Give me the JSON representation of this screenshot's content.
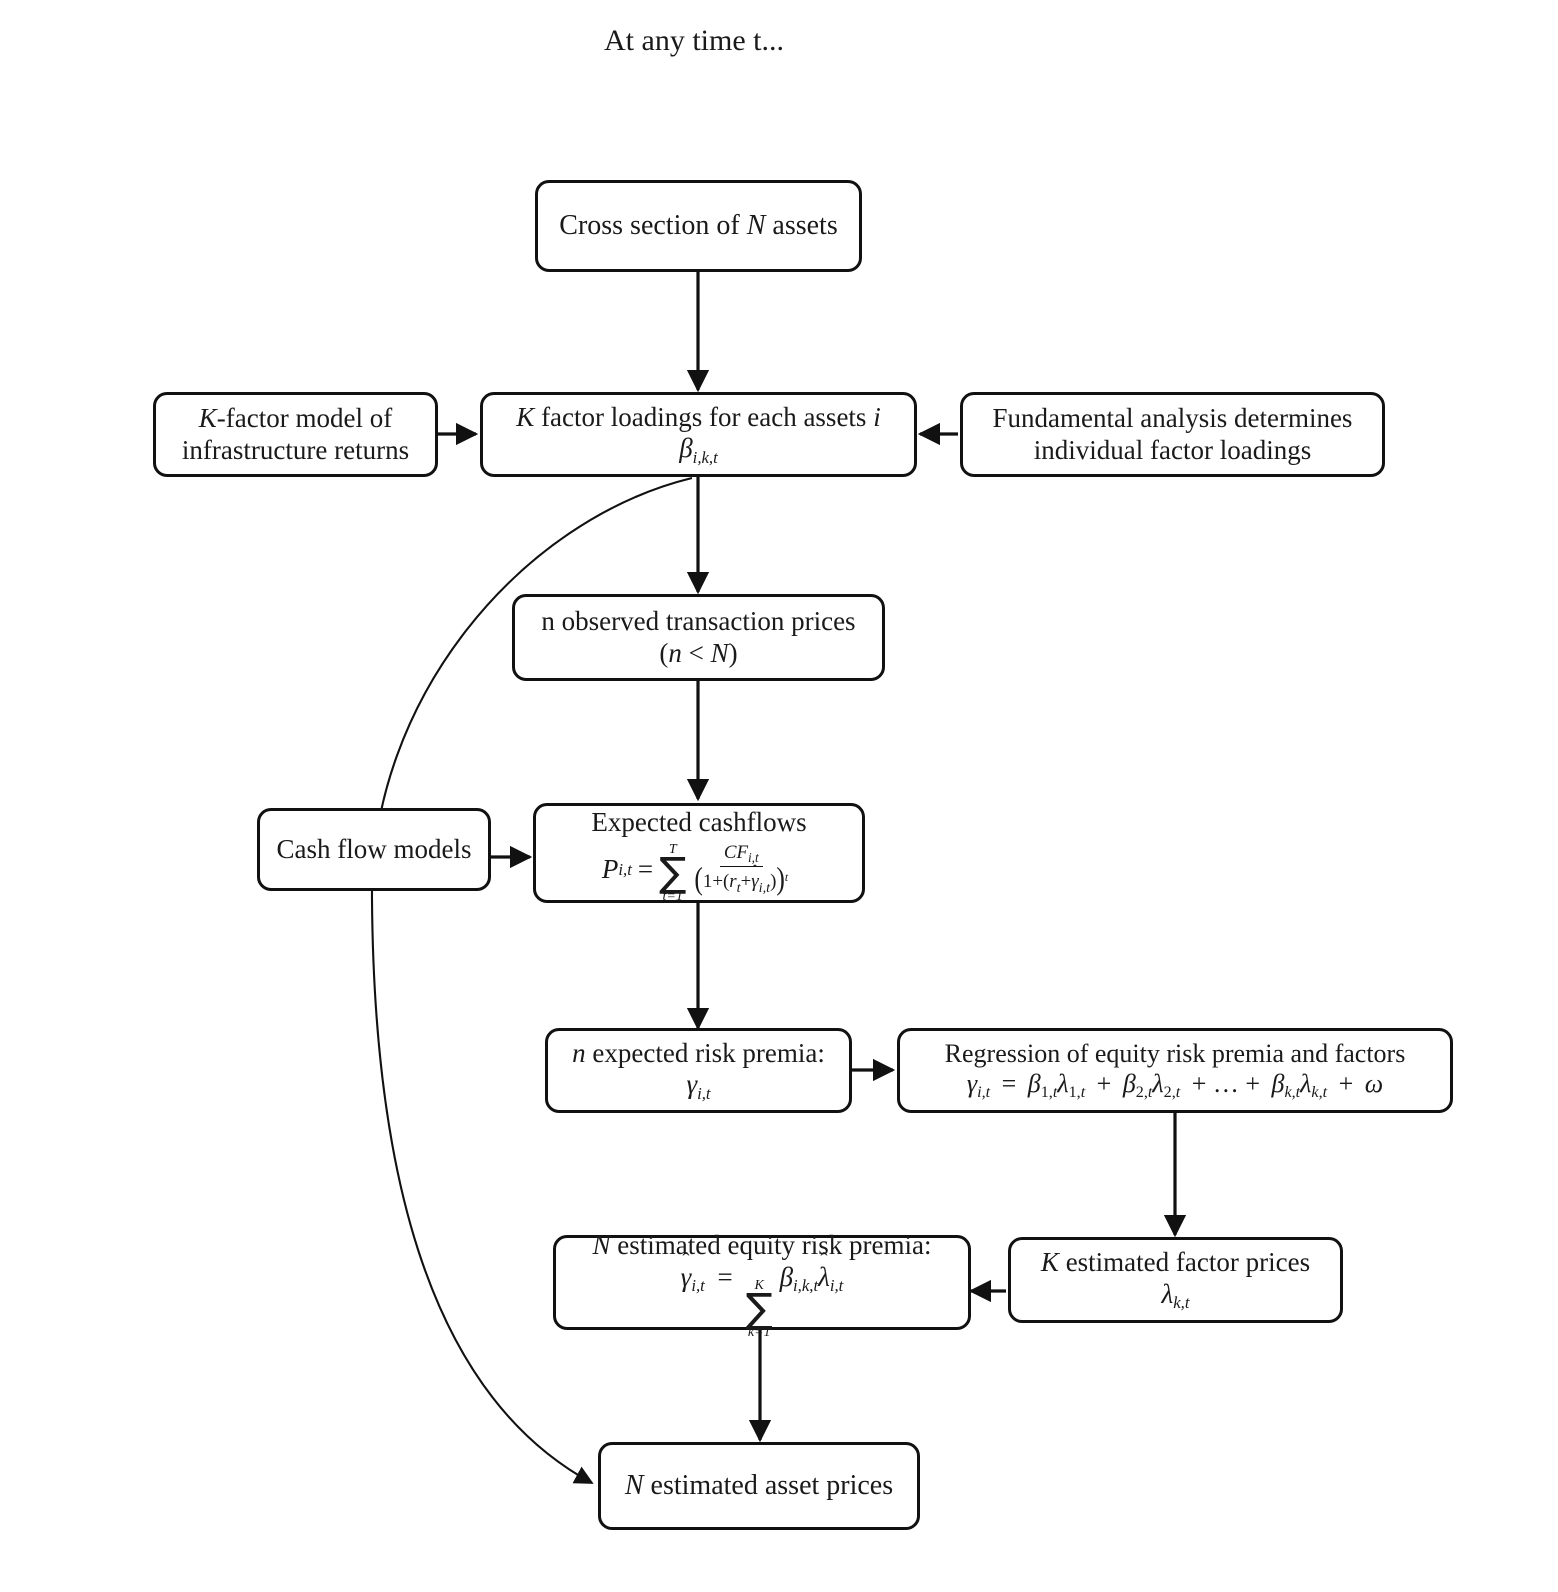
{
  "figure": {
    "title": "At any time t...",
    "type": "flowchart",
    "background": "#ffffff",
    "stroke_color": "#111111"
  },
  "nodes": {
    "cross_section": {
      "id": "cross-section-of-n-assets",
      "lines": [
        "Cross section of N assets"
      ]
    },
    "factor_model": {
      "id": "k-factor-model-of-infrastructure-returns",
      "lines": [
        "K-factor model of",
        "infrastructure returns"
      ]
    },
    "factor_loadings": {
      "id": "k-factor-loadings",
      "lines": [
        "K factor loadings for each assets i",
        "βi,k,t"
      ]
    },
    "fundamental_analysis": {
      "id": "fundamental-analysis",
      "lines": [
        "Fundamental analysis determines",
        "individual factor loadings"
      ]
    },
    "observed_prices": {
      "id": "n-observed-transaction-prices",
      "lines": [
        "n observed transaction prices",
        "(n < N)"
      ]
    },
    "cash_flow_models": {
      "id": "cash-flow-models",
      "lines": [
        "Cash flow models"
      ]
    },
    "expected_cashflows": {
      "id": "expected-cashflows",
      "lines": [
        "Expected cashflows",
        "Pi,t = ∑ t=1..T  CFi,t / (1+(rt+γ̂i,t))^t"
      ]
    },
    "expected_risk_premia": {
      "id": "n-expected-risk-premia",
      "lines": [
        "n expected risk premia:",
        "γi,t"
      ]
    },
    "regression": {
      "id": "regression-of-equity-risk-premia-and-factors",
      "lines": [
        "Regression of equity risk premia and factors",
        "γi,t = β1,tλ1,t + β2,tλ2,t + … + βk,tλk,t + ω"
      ]
    },
    "factor_prices": {
      "id": "k-estimated-factor-prices",
      "lines": [
        "K estimated factor prices",
        "λk,t"
      ]
    },
    "estimated_risk_premia": {
      "id": "n-estimated-equity-risk-premia",
      "lines": [
        "N estimated equity risk premia:",
        "γ̂i,t = ∑ k=1..K βi,k,t λ̂i,t"
      ]
    },
    "estimated_asset_prices": {
      "id": "n-estimated-asset-prices",
      "lines": [
        "N estimated asset prices"
      ]
    }
  },
  "edges": [
    {
      "from": "cross_section",
      "to": "factor_loadings",
      "style": "straight-down"
    },
    {
      "from": "factor_model",
      "to": "factor_loadings",
      "style": "straight-right"
    },
    {
      "from": "fundamental_analysis",
      "to": "factor_loadings",
      "style": "straight-left"
    },
    {
      "from": "factor_loadings",
      "to": "observed_prices",
      "style": "straight-down"
    },
    {
      "from": "factor_loadings",
      "to": "estimated_asset_prices",
      "style": "long-curve-left"
    },
    {
      "from": "observed_prices",
      "to": "expected_cashflows",
      "style": "straight-down"
    },
    {
      "from": "cash_flow_models",
      "to": "expected_cashflows",
      "style": "straight-right"
    },
    {
      "from": "expected_cashflows",
      "to": "expected_risk_premia",
      "style": "straight-down"
    },
    {
      "from": "expected_risk_premia",
      "to": "regression",
      "style": "straight-right"
    },
    {
      "from": "regression",
      "to": "factor_prices",
      "style": "straight-down"
    },
    {
      "from": "factor_prices",
      "to": "estimated_risk_premia",
      "style": "straight-left"
    },
    {
      "from": "estimated_risk_premia",
      "to": "estimated_asset_prices",
      "style": "straight-down"
    }
  ],
  "symbols": {
    "N": "N",
    "K": "K",
    "n": "n",
    "i": "i",
    "k": "k",
    "t": "t",
    "T": "T",
    "beta": "β",
    "gamma": "γ",
    "lambda": "λ",
    "omega": "ω",
    "sum": "∑",
    "lt": "<",
    "eq": "=",
    "plus": "+",
    "dots": "…",
    "hat": "ˆ",
    "CF": "CF",
    "P": "P",
    "r": "r"
  }
}
